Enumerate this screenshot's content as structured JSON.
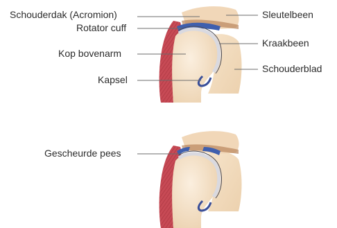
{
  "labels": {
    "acromion": "Schouderdak (Acromion)",
    "rotator_cuff": "Rotator cuff",
    "humeral_head": "Kop bovenarm",
    "capsule": "Kapsel",
    "clavicle": "Sleutelbeen",
    "cartilage": "Kraakbeen",
    "scapula": "Schouderblad",
    "torn_tendon": "Gescheurde pees"
  },
  "colors": {
    "bone": "#f2dcc0",
    "bone_light": "#f8ebd8",
    "muscle": "#c74a55",
    "muscle_stripe": "#a6313c",
    "cuff_tendon": "#3f5fae",
    "cartilage": "#e6e6ea",
    "capsule": "#3a4f99",
    "leader_line": "#6b6b6b"
  }
}
